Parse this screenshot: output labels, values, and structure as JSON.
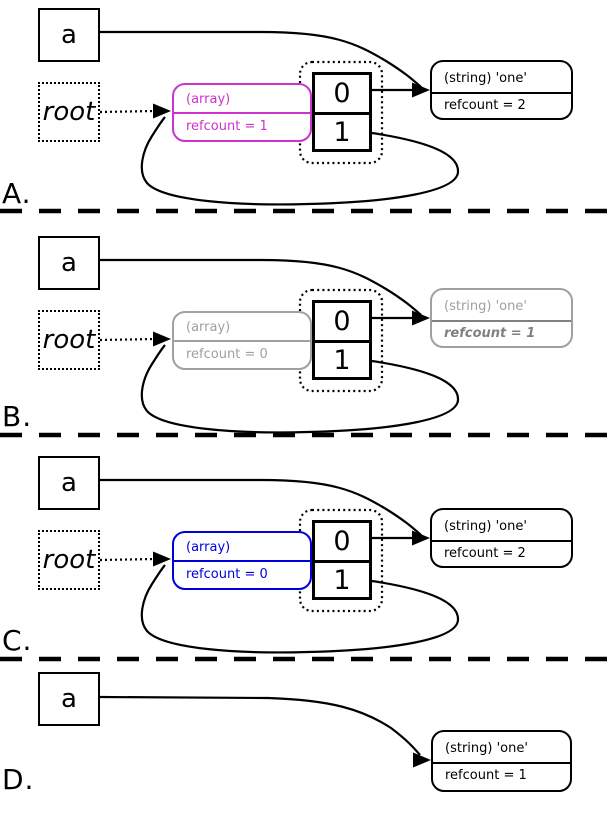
{
  "panels": [
    {
      "label": "A.",
      "var_box": "a",
      "root_box": "root",
      "array_box": {
        "title": "(array)",
        "refcount": "refcount = 1",
        "color": "#cc33cc"
      },
      "cells": [
        "0",
        "1"
      ],
      "string_box": {
        "title": "(string) 'one'",
        "refcount": "refcount = 2",
        "color": "#000000",
        "refcount_color": "#000000"
      }
    },
    {
      "label": "B.",
      "var_box": "a",
      "root_box": "root",
      "array_box": {
        "title": "(array)",
        "refcount": "refcount = 0",
        "color": "#a0a0a0"
      },
      "cells": [
        "0",
        "1"
      ],
      "string_box": {
        "title": "(string) 'one'",
        "refcount": "refcount = 1",
        "color": "#a0a0a0",
        "refcount_color": "#808080"
      }
    },
    {
      "label": "C.",
      "var_box": "a",
      "root_box": "root",
      "array_box": {
        "title": "(array)",
        "refcount": "refcount = 0",
        "color": "#0000dd"
      },
      "cells": [
        "0",
        "1"
      ],
      "string_box": {
        "title": "(string) 'one'",
        "refcount": "refcount = 2",
        "color": "#000000",
        "refcount_color": "#000000"
      }
    },
    {
      "label": "D.",
      "var_box": "a",
      "string_box": {
        "title": "(string) 'one'",
        "refcount": "refcount = 1",
        "color": "#000000",
        "refcount_color": "#000000"
      }
    }
  ],
  "line_color": "#000000"
}
